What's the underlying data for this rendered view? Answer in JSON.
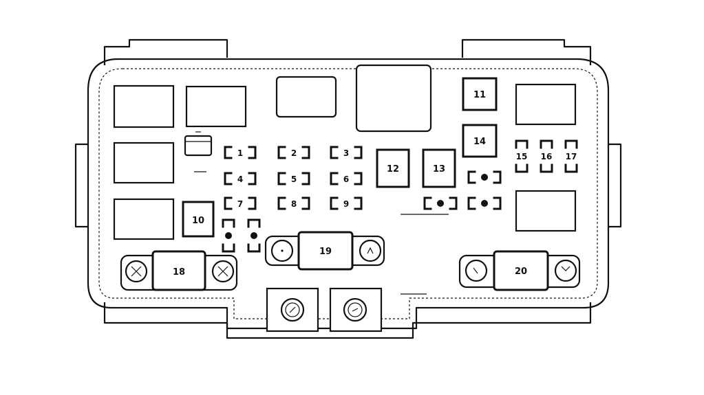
{
  "fuse_labels": {
    "f1": "1",
    "f2": "2",
    "f3": "3",
    "f4": "4",
    "f5": "5",
    "f6": "6",
    "f7": "7",
    "f8": "8",
    "f9": "9",
    "r10": "10",
    "r11": "11",
    "r12": "12",
    "r13": "13",
    "r14": "14",
    "f15": "15",
    "f16": "16",
    "f17": "17",
    "m18": "18",
    "m19": "19",
    "m20": "20"
  },
  "colors": {
    "line": "#111111",
    "background": "#ffffff"
  }
}
